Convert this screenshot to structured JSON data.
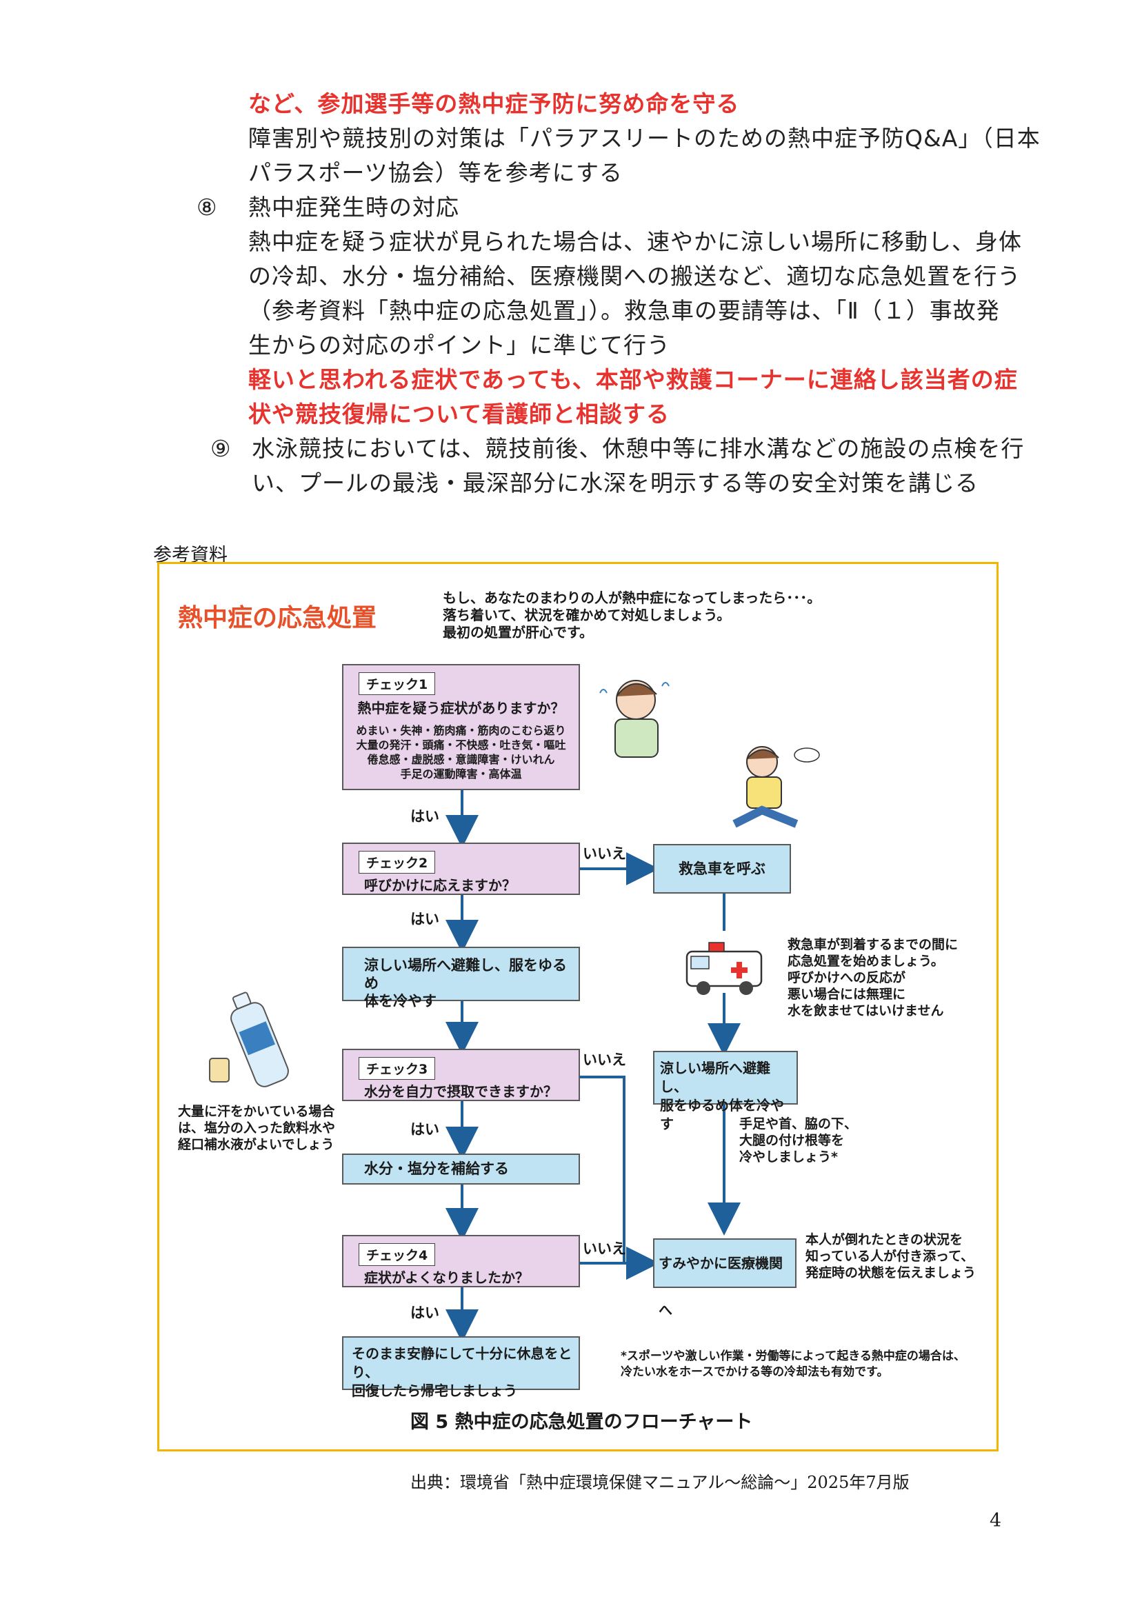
{
  "body_lines": [
    {
      "text": "など、参加選手等の熱中症予防に努め命を守る",
      "red": true
    },
    {
      "text": "障害別や競技別の対策は「パラアスリートのための熱中症予防Q&A」（日本",
      "red": false
    },
    {
      "text": "パラスポーツ協会）等を参考にする",
      "red": false
    },
    {
      "text": "熱中症発生時の対応",
      "red": false
    },
    {
      "text": "熱中症を疑う症状が見られた場合は、速やかに涼しい場所に移動し、身体",
      "red": false
    },
    {
      "text": "の冷却、水分・塩分補給、医療機関への搬送など、適切な応急処置を行う",
      "red": false
    },
    {
      "text": "（参考資料「熱中症の応急処置」）。救急車の要請等は、「Ⅱ（１）事故発",
      "red": false
    },
    {
      "text": "生からの対応のポイント」に準じて行う",
      "red": false
    },
    {
      "text": "軽いと思われる症状であっても、本部や救護コーナーに連絡し該当者の症",
      "red": true
    },
    {
      "text": "状や競技復帰について看護師と相談する",
      "red": true
    },
    {
      "text": "水泳競技においては、競技前後、休憩中等に排水溝などの施設の点検を行",
      "red": false
    },
    {
      "text": "い、プールの最浅・最深部分に水深を明示する等の安全対策を講じる",
      "red": false
    }
  ],
  "markers": {
    "item8": "⑧",
    "item9": "⑨"
  },
  "ref_label": "参考資料",
  "figure": {
    "title": "熱中症の応急処置",
    "intro": [
      "もし、あなたのまわりの人が熱中症になってしまったら･･･。",
      "落ち着いて、状況を確かめて対処しましょう。",
      "最初の処置が肝心です。"
    ],
    "check1": {
      "tag": "チェック1",
      "question": "熱中症を疑う症状がありますか？",
      "symptoms": [
        "めまい・失神・筋肉痛・筋肉のこむら返り",
        "大量の発汗・頭痛・不快感・吐き気・嘔吐",
        "倦怠感・虚脱感・意識障害・けいれん",
        "手足の運動障害・高体温"
      ]
    },
    "yes": "はい",
    "no": "いいえ",
    "check2": {
      "tag": "チェック2",
      "question": "呼びかけに応えますか？"
    },
    "call_ambulance": "救急車を呼ぶ",
    "cool_down": [
      "涼しい場所へ避難し、服をゆるめ",
      "体を冷やす"
    ],
    "ambulance_note": [
      "救急車が到着するまでの間に",
      "応急処置を始めましょう。",
      "呼びかけへの反応が",
      "悪い場合には無理に",
      "水を飲ませてはいけません"
    ],
    "cool_down_right": [
      "涼しい場所へ避難し、",
      "服をゆるめ体を冷やす"
    ],
    "check3": {
      "tag": "チェック3",
      "question": "水分を自力で摂取できますか？"
    },
    "sweat_note": [
      "大量に汗をかいている場合",
      "は、塩分の入った飲料水や",
      "経口補水液がよいでしょう"
    ],
    "cool_spots": [
      "手足や首、脇の下、",
      "大腿の付け根等を",
      "冷やしましょう*"
    ],
    "hydrate": "水分・塩分を補給する",
    "check4": {
      "tag": "チェック4",
      "question": "症状がよくなりましたか？"
    },
    "hospital": "すみやかに医療機関へ",
    "hospital_note": [
      "本人が倒れたときの状況を",
      "知っている人が付き添って、",
      "発症時の状態を伝えましょう"
    ],
    "rest": [
      "そのまま安静にして十分に休息をとり、",
      "回復したら帰宅しましょう"
    ],
    "footnote": [
      "*スポーツや激しい作業・労働等によって起きる熱中症の場合は、",
      "冷たい水をホースでかける等の冷却法も有効です。"
    ],
    "caption": "図 5  熱中症の応急処置のフローチャート"
  },
  "source": "出典：環境省「熱中症環境保健マニュアル～総論～」2025年7月版",
  "page_number": "4",
  "colors": {
    "red": "#e8322e",
    "title_orange": "#e8502a",
    "frame": "#f2b600",
    "check_bg": "#e8d3ea",
    "action_bg": "#bfe3f2",
    "arrow": "#1f5f9a"
  }
}
